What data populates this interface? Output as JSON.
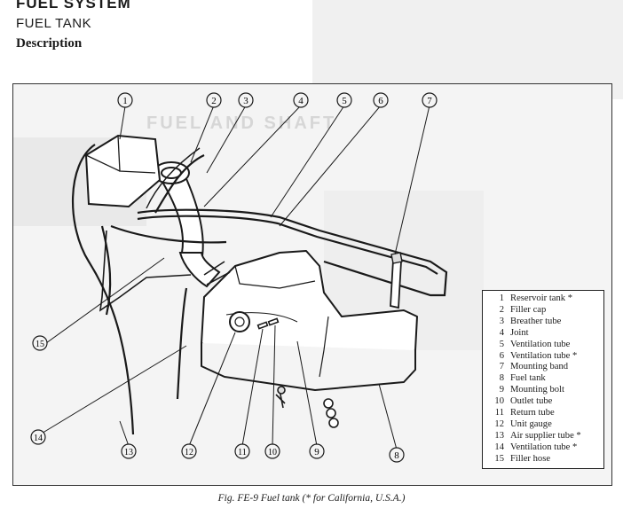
{
  "header": {
    "section": "FUEL SYSTEM",
    "subsection": "FUEL TANK",
    "heading": "Description"
  },
  "figure": {
    "callouts": [
      "1",
      "2",
      "3",
      "4",
      "5",
      "6",
      "7",
      "15",
      "14",
      "13",
      "12",
      "11",
      "10",
      "9",
      "8"
    ],
    "legend": [
      {
        "num": "1",
        "label": "Reservoir tank *"
      },
      {
        "num": "2",
        "label": "Filler cap"
      },
      {
        "num": "3",
        "label": "Breather tube"
      },
      {
        "num": "4",
        "label": "Joint"
      },
      {
        "num": "5",
        "label": "Ventilation tube"
      },
      {
        "num": "6",
        "label": "Ventilation tube *"
      },
      {
        "num": "7",
        "label": "Mounting band"
      },
      {
        "num": "8",
        "label": "Fuel tank"
      },
      {
        "num": "9",
        "label": "Mounting bolt"
      },
      {
        "num": "10",
        "label": "Outlet tube"
      },
      {
        "num": "11",
        "label": "Return tube"
      },
      {
        "num": "12",
        "label": "Unit gauge"
      },
      {
        "num": "13",
        "label": "Air supplier tube *"
      },
      {
        "num": "14",
        "label": "Ventilation tube *"
      },
      {
        "num": "15",
        "label": "Filler hose"
      }
    ],
    "caption": "Fig. FE-9  Fuel tank (* for California, U.S.A.)",
    "watermark": "FUEL AND SHAFT"
  }
}
